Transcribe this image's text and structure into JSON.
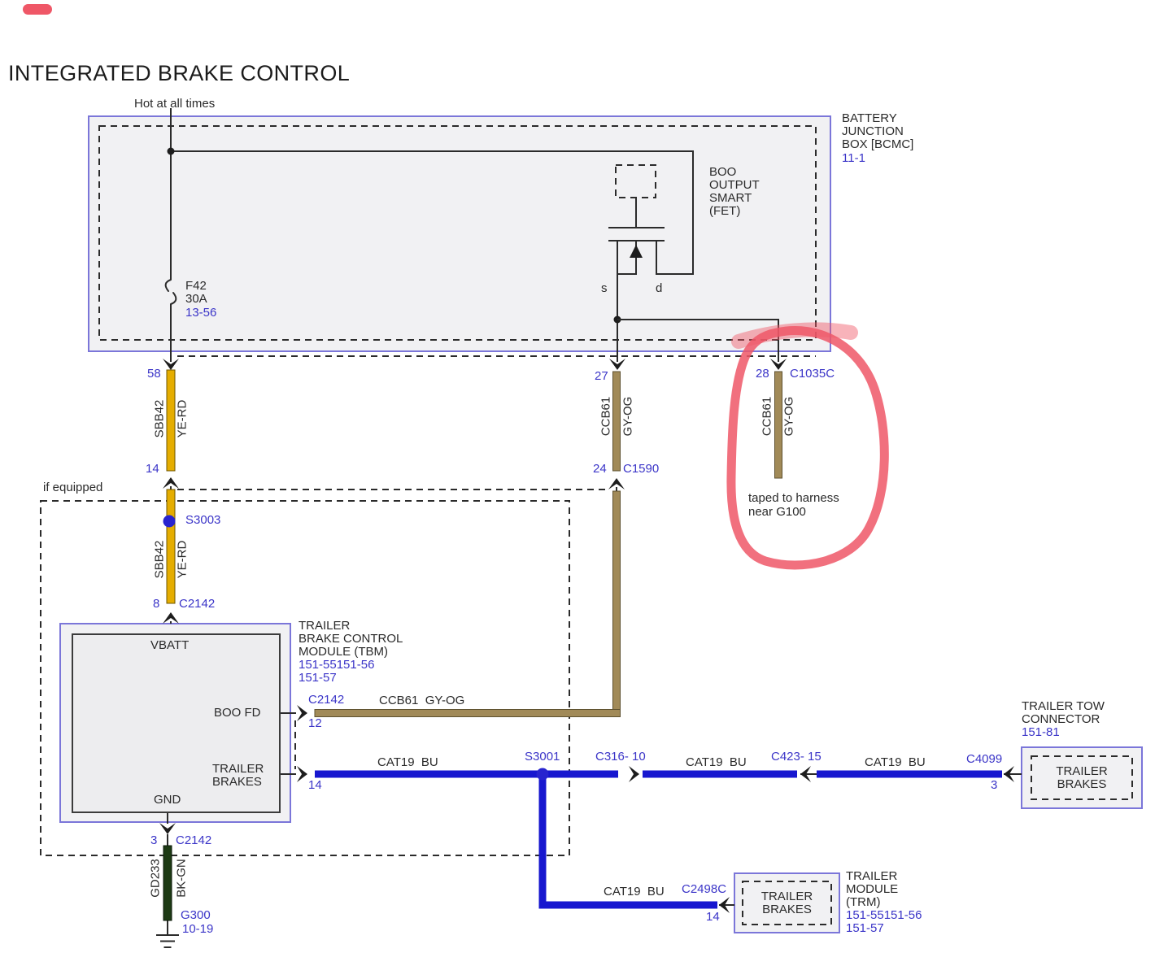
{
  "title": "INTEGRATED BRAKE CONTROL",
  "colors": {
    "ref_blue": "#3b35c8",
    "text": "#2a2a2a",
    "wire_yellow": "#e5ad00",
    "wire_tan": "#a18a58",
    "wire_blue": "#1717cf",
    "wire_green": "#1d3a14",
    "box_border": "#7b76d9",
    "box_fill": "#f1f1f3",
    "annotation_red": "#ef5767"
  },
  "power": {
    "hot_label": "Hot at all times"
  },
  "bjb": {
    "name_lines": [
      "BATTERY",
      "JUNCTION",
      "BOX [BCMC]"
    ],
    "ref": "11-1",
    "fet": {
      "name_lines": [
        "BOO",
        "OUTPUT",
        "SMART",
        "(FET)"
      ],
      "source": "s",
      "drain": "d"
    },
    "fuse": {
      "id": "F42",
      "rating": "30A",
      "ref": "13-56"
    }
  },
  "pins": {
    "p58": "58",
    "p14": "14",
    "p8": "8",
    "p27": "27",
    "p24": "24",
    "p28": "28",
    "p12": "12",
    "p14_tbm": "14",
    "p3_gnd": "3",
    "p3_tow": "3",
    "p14_trm": "14"
  },
  "connectors": {
    "c2142_top": "C2142",
    "c2142_boo": "C2142",
    "c2142_gnd": "C2142",
    "c1590": "C1590",
    "c1035c": "C1035C",
    "c316": "C316- 10",
    "c423": "C423- 15",
    "c4099": "C4099",
    "c2498c": "C2498C"
  },
  "splices": {
    "s3003": "S3003",
    "s3001": "S3001"
  },
  "wires": {
    "sbb42_upper": {
      "circuit": "SBB42",
      "color": "YE-RD"
    },
    "sbb42_lower": {
      "circuit": "SBB42",
      "color": "YE-RD"
    },
    "ccb61_main": {
      "circuit": "CCB61",
      "color": "GY-OG"
    },
    "ccb61_taped": {
      "circuit": "CCB61",
      "color": "GY-OG"
    },
    "ccb61_inline": "CCB61  GY-OG",
    "cat19_a": "CAT19  BU",
    "cat19_b": "CAT19  BU",
    "cat19_c": "CAT19  BU",
    "cat19_d": "CAT19  BU",
    "gd233": {
      "circuit": "GD233",
      "color": "BK-GN"
    }
  },
  "note": {
    "line1": "taped to harness",
    "line2": "near G100"
  },
  "if_equipped_label": "if equipped",
  "tbm": {
    "vbatt": "VBATT",
    "boo_fd": "BOO FD",
    "trailer_brakes_1": "TRAILER",
    "trailer_brakes_2": "BRAKES",
    "gnd": "GND",
    "name_lines": [
      "TRAILER",
      "BRAKE CONTROL",
      "MODULE (TBM)"
    ],
    "refs": [
      "151-55151-56",
      "151-57"
    ]
  },
  "tow": {
    "name_lines": [
      "TRAILER TOW",
      "CONNECTOR"
    ],
    "ref": "151-81",
    "box_line1": "TRAILER",
    "box_line2": "BRAKES"
  },
  "trm": {
    "box_line1": "TRAILER",
    "box_line2": "BRAKES",
    "name_lines": [
      "TRAILER",
      "MODULE",
      "(TRM)"
    ],
    "refs": [
      "151-55151-56",
      "151-57"
    ]
  },
  "ground": {
    "id": "G300",
    "ref": "10-19"
  }
}
